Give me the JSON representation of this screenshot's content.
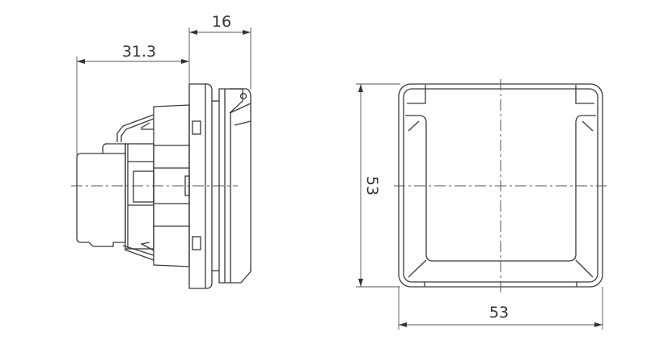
{
  "drawing": {
    "side_view": {
      "depth_behind_plate_label": "31.3",
      "depth_in_front_label": "16"
    },
    "front_view": {
      "height_label": "53",
      "width_label": "53"
    },
    "line_color": "#3a3a3a"
  }
}
